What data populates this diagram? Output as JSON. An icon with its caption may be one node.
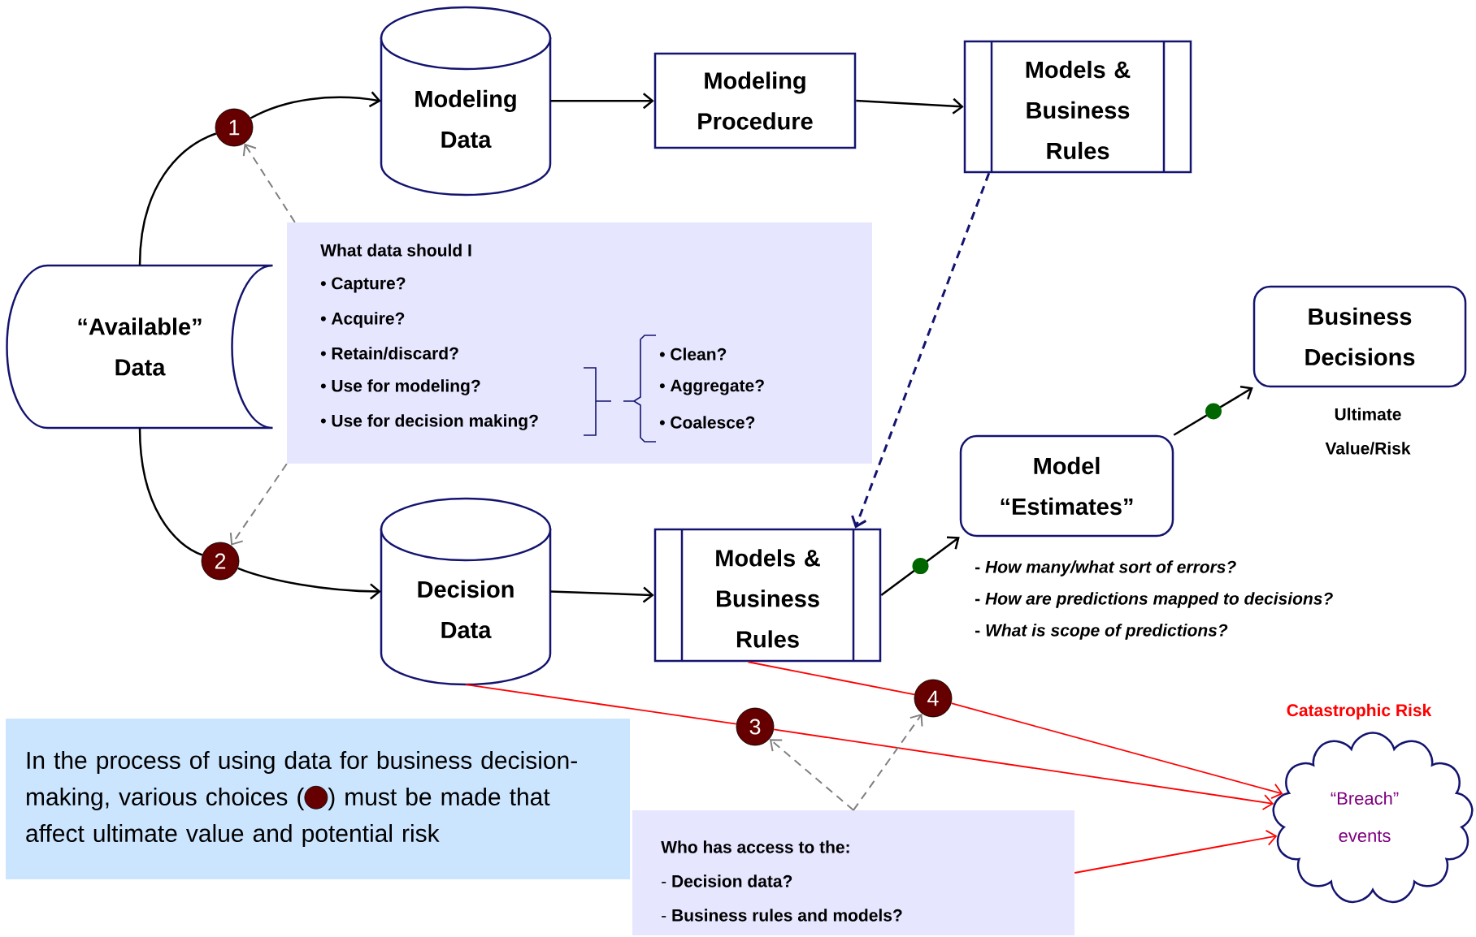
{
  "diagram": {
    "nodes": [
      {
        "text": [
          "“Available” Data"
        ]
      },
      {
        "text": [
          "1"
        ]
      },
      {
        "text": [
          "Modeling Data"
        ]
      },
      {
        "text": [
          "Modeling Procedure"
        ]
      },
      {
        "text": [
          "Models & Business Rules"
        ]
      },
      {
        "text": [
          "What data should I",
          "• Capture?",
          "• Acquire?",
          "• Retain/discard?",
          "• Use for modeling?",
          "• Use for decision making?",
          "• Clean?",
          "• Aggregate?",
          "• Coalesce?"
        ]
      },
      {
        "text": [
          "2"
        ]
      },
      {
        "text": [
          "Decision Data"
        ]
      },
      {
        "text": [
          "Models & Business Rules"
        ]
      },
      {
        "text": [
          "Model “Estimates”"
        ],
        "beside": [
          "- *How many/what sort of errors?*",
          "- *How are predictions mapped to decisions?*",
          "- *What is scope of predictions?*"
        ]
      },
      {
        "text": [
          "Business Decisions"
        ],
        "beside": [
          "Ultimate Value/Risk"
        ]
      },
      {
        "text": [
          "In the process of using data for business decision-making, various choices (",
          ") must be made that affect ultimate value and potential risk"
        ]
      },
      {
        "text": [
          "3"
        ]
      },
      {
        "text": [
          "4"
        ]
      },
      {
        "text": [
          "“Breach” events"
        ],
        "beside": [
          "Catastrophic Risk"
        ]
      },
      {
        "text": [
          "Who has access to the:",
          "- **Decision data?**",
          "- **Business rules and models?**"
        ]
      }
    ],
    "edges": [
      {
        "from": 0,
        "to": 1,
        "arrow": "none"
      },
      {
        "from": 1,
        "to": 2,
        "arrow": "to"
      },
      {
        "from": 2,
        "to": 3,
        "arrow": "to"
      },
      {
        "from": 3,
        "to": 4,
        "arrow": "to"
      },
      {
        "from": 4,
        "to": 8,
        "arrow": "to",
        "style": "dashed",
        "color": "#141470"
      },
      {
        "from": 5,
        "to": 1,
        "arrow": "to",
        "style": "dashed",
        "color": "#808080"
      },
      {
        "from": 5,
        "to": 6,
        "arrow": "to",
        "style": "dashed",
        "color": "#808080"
      },
      {
        "from": 0,
        "to": 6,
        "arrow": "none"
      },
      {
        "from": 6,
        "to": 7,
        "arrow": "to"
      },
      {
        "from": 7,
        "to": 8,
        "arrow": "to"
      },
      {
        "from": 8,
        "to": 9,
        "arrow": "to"
      },
      {
        "from": 9,
        "to": 10,
        "arrow": "to"
      },
      {
        "from": 7,
        "to": 12,
        "arrow": "none",
        "color": "#ff0000"
      },
      {
        "from": 12,
        "to": 14,
        "arrow": "to",
        "color": "#ff0000"
      },
      {
        "from": 8,
        "to": 13,
        "arrow": "none",
        "color": "#ff0000"
      },
      {
        "from": 13,
        "to": 14,
        "arrow": "to",
        "color": "#ff0000"
      },
      {
        "from": 15,
        "to": 14,
        "arrow": "to",
        "color": "#ff0000"
      },
      {
        "from": 15,
        "to": 12,
        "arrow": "to",
        "style": "dashed",
        "color": "#808080"
      },
      {
        "from": 15,
        "to": 13,
        "arrow": "to",
        "style": "dashed",
        "color": "#808080"
      }
    ]
  }
}
